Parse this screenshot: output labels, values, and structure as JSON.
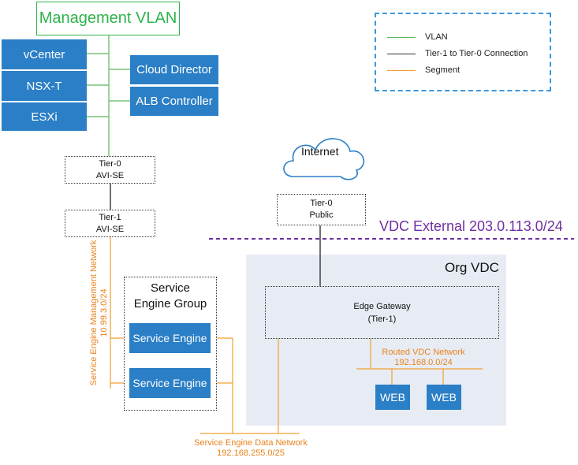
{
  "management_vlan": {
    "label": "Management VLAN"
  },
  "mgmt_components_left": [
    {
      "label": "vCenter"
    },
    {
      "label": "NSX-T"
    },
    {
      "label": "ESXi"
    }
  ],
  "mgmt_components_right": [
    {
      "label": "Cloud Director"
    },
    {
      "label": "ALB Controller"
    }
  ],
  "legend": {
    "items": [
      {
        "label": "VLAN",
        "color": "#5cb85c"
      },
      {
        "label": "Tier-1 to Tier-0 Connection",
        "color": "#333333"
      },
      {
        "label": "Segment",
        "color": "#f0a030"
      }
    ]
  },
  "tier0_avi": {
    "line1": "Tier-0",
    "line2": "AVI-SE"
  },
  "tier1_avi": {
    "line1": "Tier-1",
    "line2": "AVI-SE"
  },
  "se_mgmt_network": {
    "line1": "Service Engine Management Network",
    "line2": "10.99.3.0/24"
  },
  "se_group": {
    "title": "Service Engine Group",
    "engines": [
      {
        "label": "Service Engine"
      },
      {
        "label": "Service Engine"
      }
    ]
  },
  "se_data_network": {
    "line1": "Service Engine Data Network",
    "line2": "192.168.255.0/25"
  },
  "internet": {
    "label": "Internet"
  },
  "tier0_public": {
    "line1": "Tier-0",
    "line2": "Public"
  },
  "vdc_external": {
    "label": "VDC External 203.0.113.0/24"
  },
  "org_vdc": {
    "title": "Org VDC",
    "edge_gateway": {
      "line1": "Edge Gateway",
      "line2": "(Tier-1)"
    },
    "routed_network": {
      "line1": "Routed VDC Network",
      "line2": "192.168.0.0/24"
    },
    "web_servers": [
      {
        "label": "WEB"
      },
      {
        "label": "WEB"
      }
    ]
  },
  "colors": {
    "vlan": "#5cb85c",
    "tier_connection": "#333333",
    "segment": "#f0a030",
    "component_blue": "#2b7fc6",
    "vdc_external": "#7030a0"
  }
}
